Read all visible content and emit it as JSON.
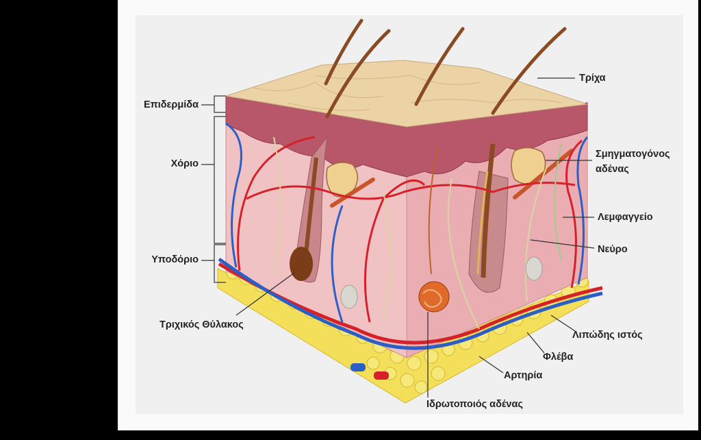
{
  "labels": {
    "epidermis": "Επιδερμίδα",
    "dermis": "Χόριο",
    "hypodermis": "Υποδόριο",
    "hair_follicle": "Τριχικός Θύλακος",
    "hair": "Τρίχα",
    "sebaceous_line1": "Σμηγματογόνος",
    "sebaceous_line2": "αδένας",
    "lymph": "Λεμφαγγείο",
    "nerve": "Νεύρο",
    "adipose": "Λιπώδης ιστός",
    "vein": "Φλέβα",
    "artery": "Αρτηρία",
    "sweat_gland": "Ιδρωτοποιός αδένας"
  },
  "colors": {
    "surface": "#ecd3a6",
    "epidermis_layer": "#b8576a",
    "dermis": "#f1c2c4",
    "dermis_side": "#e7a7ad",
    "fat": "#f3df5a",
    "artery": "#d6202a",
    "vein": "#2b5fc6",
    "hair": "#8a4a22",
    "sweat": "#e06a2a"
  }
}
